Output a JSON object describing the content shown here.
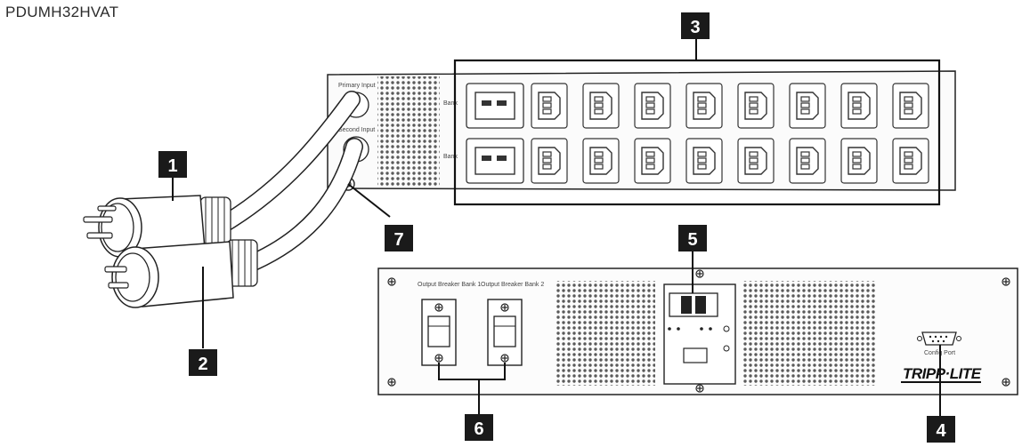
{
  "model": "PDUMH32HVAT",
  "callouts": [
    "1",
    "2",
    "3",
    "4",
    "5",
    "6",
    "7"
  ],
  "labels": {
    "primary_input": "Primary Input",
    "secondary_input": "Second Input",
    "bank": "Bank",
    "breaker_1": "Output Breaker Bank 1",
    "breaker_2": "Output Breaker Bank 2",
    "config_port": "Config Port",
    "brand": "TRIPP·LITE"
  },
  "colors": {
    "callout_bg": "#1a1a1a",
    "line": "#222222"
  },
  "icons": [
    "plug-icon",
    "outlet-icon",
    "breaker-icon",
    "serial-port-icon",
    "screw-icon"
  ]
}
